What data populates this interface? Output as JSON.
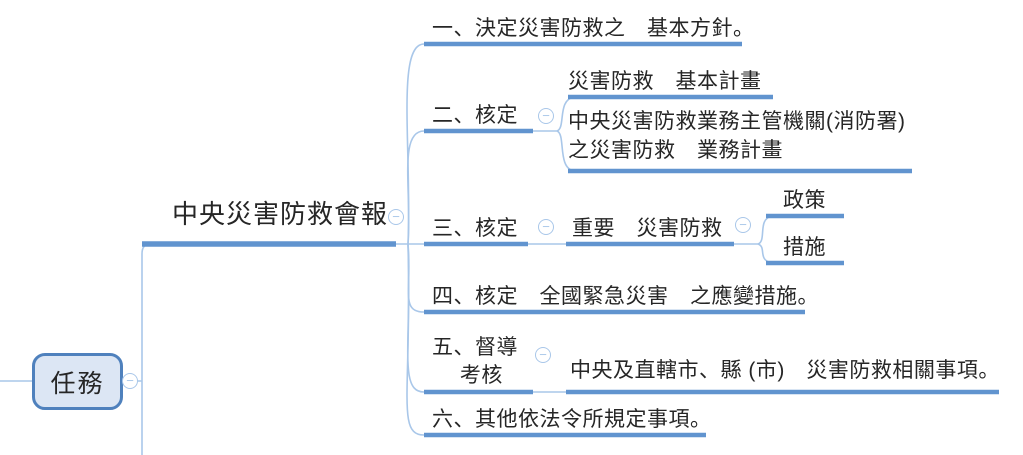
{
  "colors": {
    "line_thick": "#6194CF",
    "line_thin": "#A9C7E9",
    "box_border": "#4F81BD",
    "box_fill": "#DCE6F4",
    "text": "#262626"
  },
  "icons": {
    "collapse_glyph": "−"
  },
  "nodes": {
    "task": {
      "label": "任務"
    },
    "council": {
      "label": "中央災害防救會報"
    },
    "item1": {
      "label": "一、決定災害防救之　基本方針。"
    },
    "item2": {
      "label": "二、核定"
    },
    "item2_child1": {
      "label": "災害防救　基本計畫"
    },
    "item2_child2": {
      "label": "中央災害防救業務主管機關(消防署)\n之災害防救　業務計畫"
    },
    "item3": {
      "label": "三、核定"
    },
    "item3_child": {
      "label": "重要　災害防救"
    },
    "item3_policy": {
      "label": "政策"
    },
    "item3_measure": {
      "label": "措施"
    },
    "item4": {
      "label": "四、核定　全國緊急災害　之應變措施。"
    },
    "item5": {
      "label": "五、督導\n　 考核"
    },
    "item5_child": {
      "label": "中央及直轄市、縣 (市)　災害防救相關事項。"
    },
    "item6": {
      "label": "六、其他依法令所規定事項。"
    }
  }
}
